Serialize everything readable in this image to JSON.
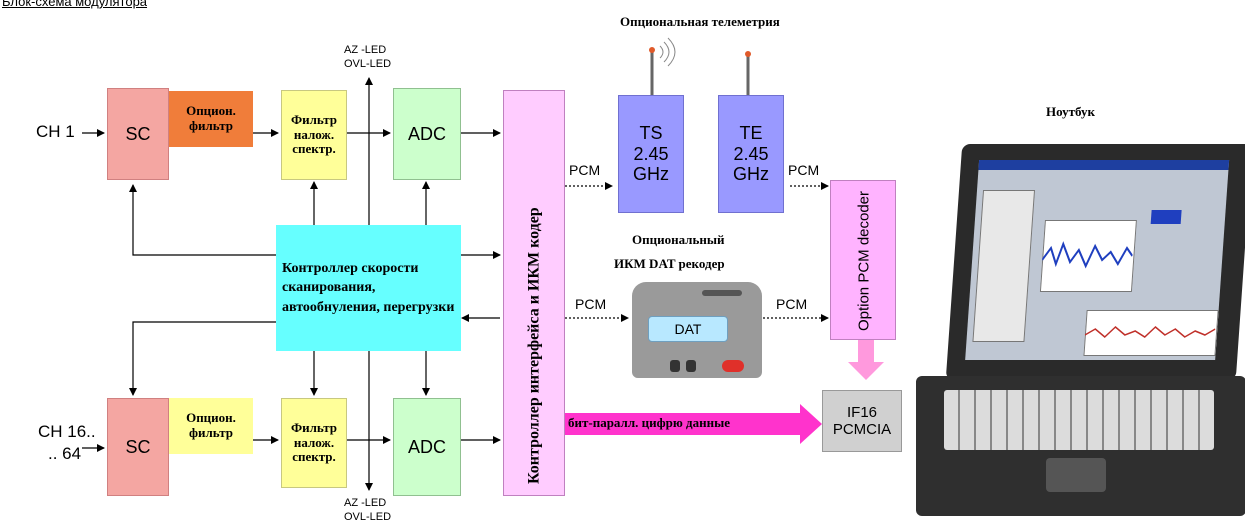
{
  "top_caption": "Блок-схема модулятора",
  "inputs": {
    "ch1": "CH 1",
    "ch16_line1": "CH 16..",
    "ch16_line2": ".. 64"
  },
  "blocks": {
    "sc_top": "SC",
    "sc_bottom": "SC",
    "opt_filter_top": "Опцион. фильтр",
    "opt_filter_bottom": "Опцион. фильтр",
    "alias_filter_top": "Фильтр налож. спектр.",
    "alias_filter_bottom": "Фильтр налож. спектр.",
    "adc_top": "ADC",
    "adc_bottom": "ADC",
    "controller": "Контроллер скорости сканирования, автообнуления, перегрузки",
    "pcm_coder": "Контроллер интерфейса и ИКМ кодер",
    "ts": "TS 2.45 GHz",
    "te": "TE 2.45 GHz",
    "pcm_decoder": "Option PCM decoder",
    "if16": "IF16 PCMCIA",
    "dat": "DAT"
  },
  "labels": {
    "az_led_top_1": "AZ -LED",
    "az_led_top_2": "OVL-LED",
    "az_led_bottom_1": "AZ -LED",
    "az_led_bottom_2": "OVL-LED",
    "telemetry": "Опциональная телеметрия",
    "dat_recorder_1": "Опциональный",
    "dat_recorder_2": "ИКМ DAT рекодер",
    "notebook": "Ноутбук",
    "pcm_1": "PCM",
    "pcm_2": "PCM",
    "pcm_3": "PCM",
    "pcm_4": "PCM",
    "parallel_data": "бит-паралл. цифрю данные"
  },
  "colors": {
    "sc": "#f4a6a2",
    "opt_filter": "#f07d3a",
    "alias_filter": "#ffff99",
    "adc": "#ccffcc",
    "controller": "#66ffff",
    "pcm_coder": "#ffccff",
    "ts_te": "#9999ff",
    "pcm_decoder": "#ffb3ff",
    "if16": "#d0d0d0",
    "bus": "#ff33cc"
  }
}
